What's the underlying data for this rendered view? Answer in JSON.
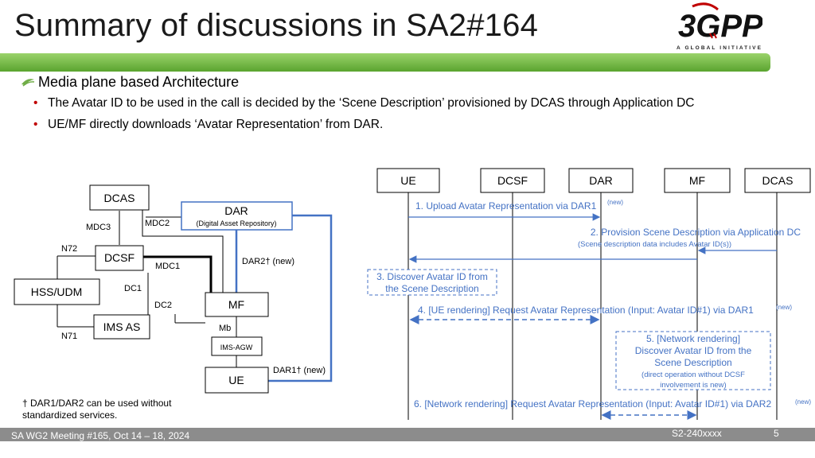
{
  "slide": {
    "title": "Summary of discussions in SA2#164",
    "logo_text": "3GPP",
    "logo_tagline": "A GLOBAL INITIATIVE",
    "bullet_main": "Media plane based Architecture",
    "sub_bullets": [
      "The Avatar ID to be used in the call is decided by the ‘Scene Description’ provisioned by DCAS through Application DC",
      "UE/MF directly downloads ‘Avatar Representation’ from DAR."
    ],
    "footnote": [
      "† DAR1/DAR2 can be used without",
      "standardized services."
    ],
    "footer_left": "SA WG2 Meeting #165, Oct 14 – 18, 2024",
    "footer_doc": "S2-240xxxx",
    "page_number": "5"
  },
  "architecture": {
    "nodes": {
      "dcas": "DCAS",
      "dar": "DAR",
      "dar_sub": "(Digital Asset Repository)",
      "dcsf": "DCSF",
      "hss": "HSS/UDM",
      "ims_as": "IMS AS",
      "mf": "MF",
      "ims_agw": "IMS-AGW",
      "ue": "UE"
    },
    "labels": {
      "mdc3": "MDC3",
      "mdc2": "MDC2",
      "n72": "N72",
      "mdc1": "MDC1",
      "dar2": "DAR2† (new)",
      "dc1": "DC1",
      "dc2": "DC2",
      "n71": "N71",
      "mb": "Mb",
      "dar1": "DAR1† (new)"
    }
  },
  "sequence": {
    "actors": [
      "UE",
      "DCSF",
      "DAR",
      "MF",
      "DCAS"
    ],
    "steps": {
      "s1": "1. Upload Avatar Representation via DAR1",
      "s1_sup": "(new)",
      "s2a": "2. Provision Scene Description via Application DC",
      "s2b": "(Scene description data includes Avatar ID(s))",
      "s3a": "3. Discover Avatar ID from",
      "s3b": "the Scene Description",
      "s4": "4. [UE rendering] Request Avatar Representation (Input: Avatar ID#1) via DAR1",
      "s4_sup": "(new)",
      "s5a": "5. [Network rendering]",
      "s5b": "Discover Avatar ID from the",
      "s5c": "Scene Description",
      "s5d": "(direct operation without DCSF",
      "s5e": "involvement is new)",
      "s6": "6. [Network rendering] Request Avatar Representation (Input: Avatar ID#1) via DAR2",
      "s6_sup": "(new)"
    }
  },
  "colors": {
    "accent_blue": "#4472c4",
    "text_blue": "#4472c4",
    "green": "#70ad47",
    "bullet_red": "#c00000"
  }
}
